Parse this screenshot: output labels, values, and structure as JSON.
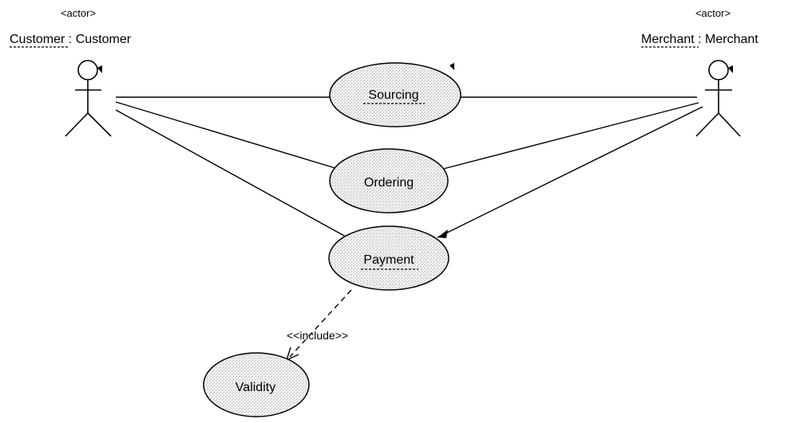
{
  "actors": {
    "customer": {
      "stereotype": "<actor>",
      "name": "Customer",
      "separator": " : ",
      "type": "Customer"
    },
    "merchant": {
      "stereotype": "<actor>",
      "name": "Merchant",
      "separator": " : ",
      "type": "Merchant"
    }
  },
  "use_cases": {
    "sourcing": {
      "label": "Sourcing"
    },
    "ordering": {
      "label": "Ordering"
    },
    "payment": {
      "label": "Payment"
    },
    "validity": {
      "label": "Validity"
    }
  },
  "relations": {
    "include_label": "<<include>>"
  }
}
